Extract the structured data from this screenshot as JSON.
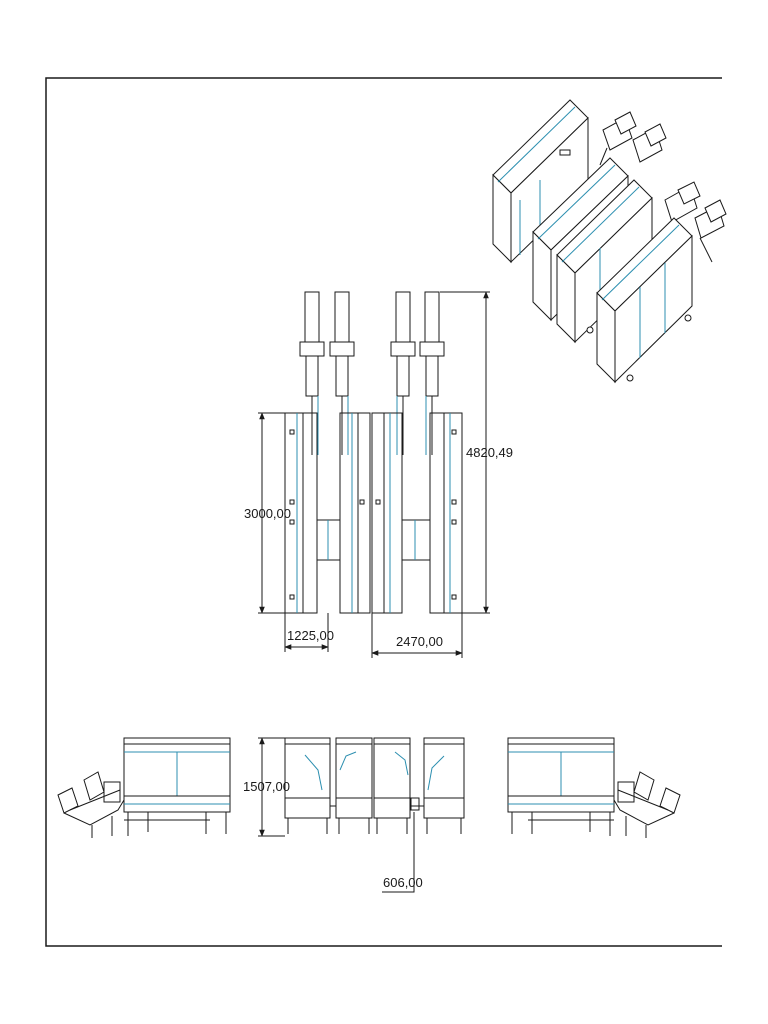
{
  "dimensions": {
    "overall_length": "4820,49",
    "unit_length": "3000,00",
    "unit_width": "1225,00",
    "pair_spacing": "2470,00",
    "height": "1507,00",
    "base_width": "606,00"
  },
  "colors": {
    "line": "#1a1a1a",
    "accent": "#2c8fb0",
    "background": "#ffffff"
  }
}
